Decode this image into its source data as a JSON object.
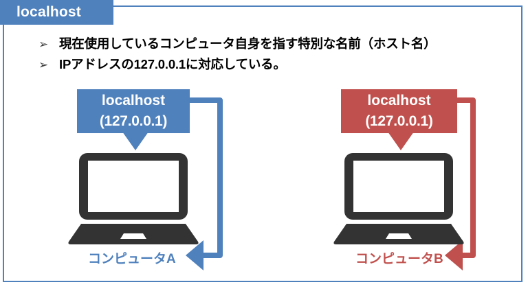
{
  "slide": {
    "title": "localhost",
    "accent_blue": "#4f81bd",
    "accent_red": "#c0504d",
    "device_color": "#333333",
    "background": "#ffffff"
  },
  "bullets": [
    {
      "marker": "➢",
      "text": "現在使用しているコンピュータ自身を指す特別な名前（ホスト名）"
    },
    {
      "marker": "➢",
      "text": "IPアドレスの127.0.0.1に対応している。"
    }
  ],
  "diagram": {
    "nodes": [
      {
        "id": "computer-a",
        "callout_line1": "localhost",
        "callout_line2": "(127.0.0.1)",
        "label": "コンピュータA",
        "color": "#4f81bd",
        "device": "laptop"
      },
      {
        "id": "computer-b",
        "callout_line1": "localhost",
        "callout_line2": "(127.0.0.1)",
        "label": "コンピュータB",
        "color": "#c0504d",
        "device": "laptop"
      }
    ]
  }
}
